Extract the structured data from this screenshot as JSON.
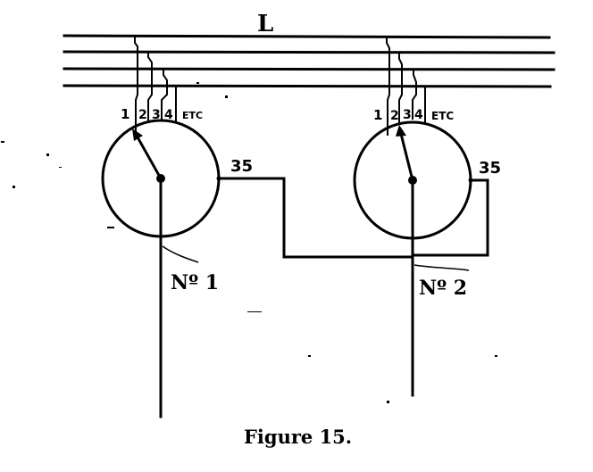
{
  "diagram": {
    "line_label": "L",
    "bus_line_count": 4,
    "switches": [
      {
        "id": "switch-1",
        "designation": "Nº 1",
        "contact_labels": [
          "1",
          "2",
          "3",
          "4"
        ],
        "etc_label": "ETC",
        "terminal_label": "35"
      },
      {
        "id": "switch-2",
        "designation": "Nº 2",
        "contact_labels": [
          "1",
          "2",
          "3",
          "4"
        ],
        "etc_label": "ETC",
        "terminal_label": "35"
      }
    ],
    "caption": "Figure 15."
  }
}
